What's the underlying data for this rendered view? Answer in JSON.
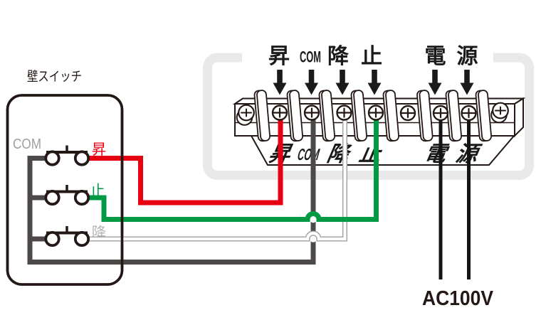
{
  "wall_switch": {
    "title": "壁スイッチ",
    "com_label": "COM",
    "buttons": [
      {
        "id": "up",
        "label": "昇"
      },
      {
        "id": "stop",
        "label": "止"
      },
      {
        "id": "down",
        "label": "降"
      }
    ]
  },
  "terminal_block": {
    "top_labels": {
      "up": "昇",
      "com": "COM",
      "down": "降",
      "stop": "止",
      "power_1": "電",
      "power_2": "源"
    },
    "face_labels": {
      "up": "昇",
      "com": "COM",
      "down": "降",
      "stop": "止",
      "power_1": "電",
      "power_2": "源"
    }
  },
  "power": {
    "voltage": "AC100V"
  },
  "colors": {
    "up_wire": "#e60012",
    "stop_wire": "#009944",
    "down_wire_casing": "#a0a0a0",
    "com_wire": "#4c4948",
    "power_wire": "#141414",
    "frame": "#e9e9e9",
    "ink": "#231815",
    "label_ink": "#1a1a1a",
    "com_label_gray": "#9e9e9e",
    "down_label_gray": "#b5b5b5"
  }
}
